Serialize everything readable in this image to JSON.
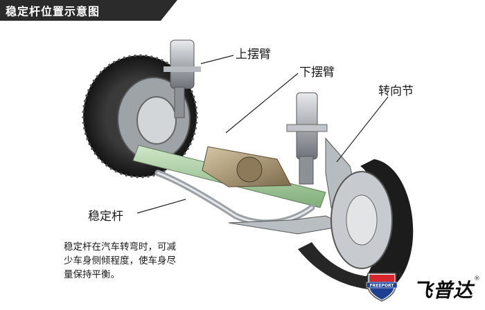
{
  "header": {
    "title": "稳定杆位置示意图"
  },
  "callouts": {
    "upper_control_arm": "上摆臂",
    "lower_control_arm": "下摆臂",
    "steering_knuckle": "转向节",
    "stabilizer_bar": "稳定杆"
  },
  "description": {
    "lines": [
      "稳定杆在汽车转弯时，可减",
      "少车身侧倾程度，使车身尽",
      "量保持平衡。"
    ]
  },
  "brand": {
    "name": "飞普达",
    "logo_text": "FREEPORT",
    "registered_mark": "®",
    "colors": {
      "red": "#d9262c",
      "blue": "#1d3f91"
    }
  }
}
